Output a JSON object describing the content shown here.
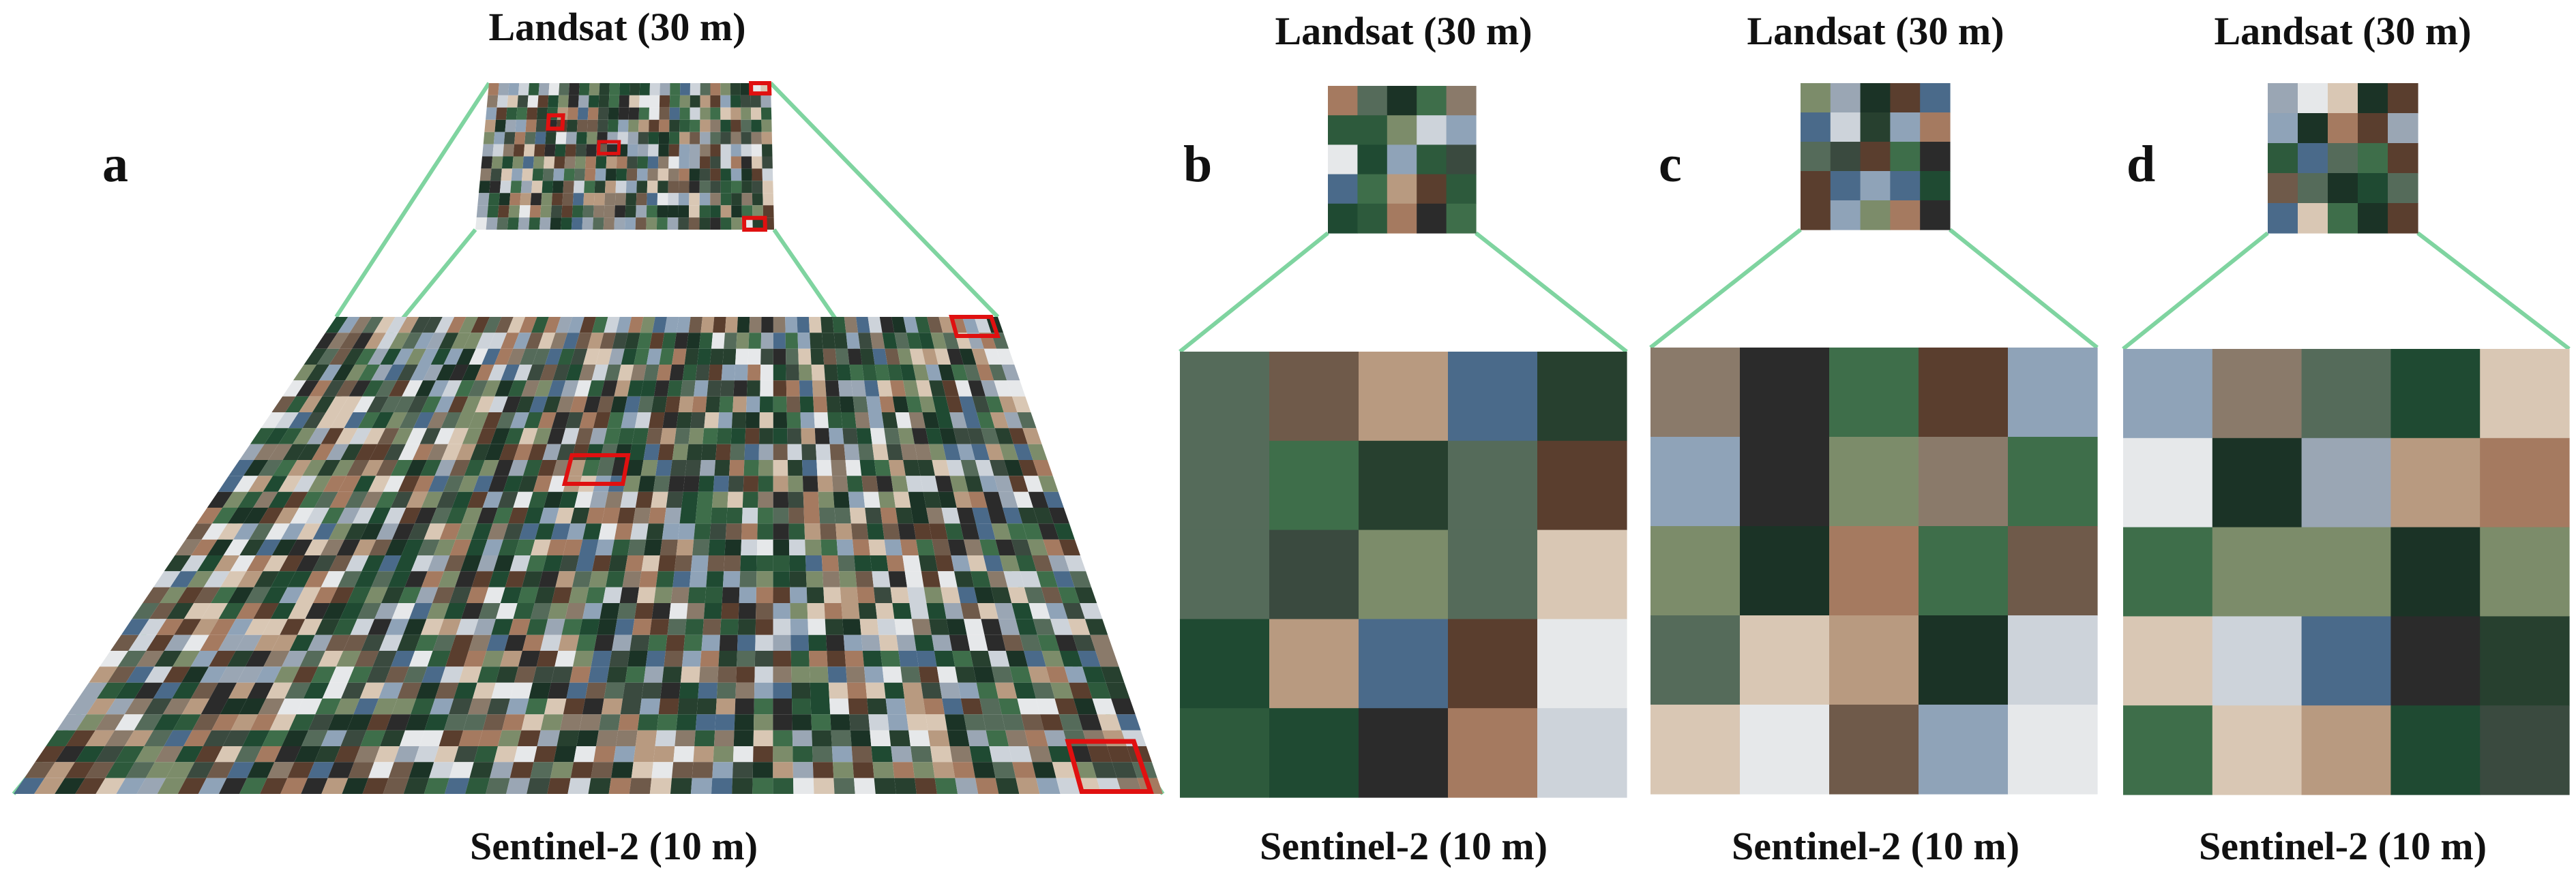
{
  "panels": [
    {
      "letter": "a",
      "top_label": "Landsat (30 m)",
      "bottom_label": "Sentinel-2 (10 m)"
    },
    {
      "letter": "b",
      "top_label": "Landsat (30 m)",
      "bottom_label": "Sentinel-2 (10 m)"
    },
    {
      "letter": "c",
      "top_label": "Landsat (30 m)",
      "bottom_label": "Sentinel-2 (10 m)"
    },
    {
      "letter": "d",
      "top_label": "Landsat (30 m)",
      "bottom_label": "Sentinel-2 (10 m)"
    }
  ],
  "colors": {
    "connector": "#7fd4a0",
    "highlight": "#e01010",
    "tile_palette": [
      "#1f4a32",
      "#2d5a3c",
      "#3e6e4a",
      "#1b3326",
      "#556b5a",
      "#8a7a6a",
      "#b89a80",
      "#6f5a4a",
      "#2b2b2b",
      "#9aa6b4",
      "#cdd3da",
      "#4a6a8a",
      "#7c8c6a",
      "#a57a60",
      "#d9c7b4",
      "#3a4a3f",
      "#5a3e2e",
      "#27402f",
      "#8fa3b8",
      "#e6e8ea"
    ]
  }
}
